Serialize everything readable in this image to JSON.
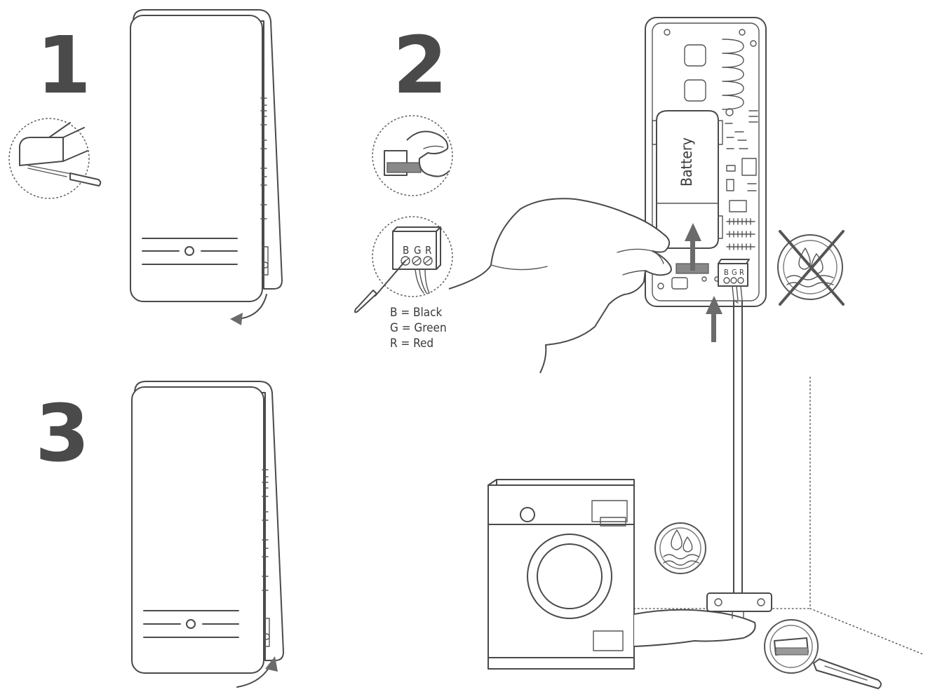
{
  "steps": [
    {
      "number": "1"
    },
    {
      "number": "2"
    },
    {
      "number": "3"
    }
  ],
  "battery_label": "Battery",
  "terminal_letters": [
    "B",
    "G",
    "R"
  ],
  "wire_legend": [
    "B = Black",
    "G = Green",
    "R = Red"
  ],
  "colors": {
    "line": "#4a4a4a",
    "arrow": "#666666",
    "background": "#ffffff"
  }
}
